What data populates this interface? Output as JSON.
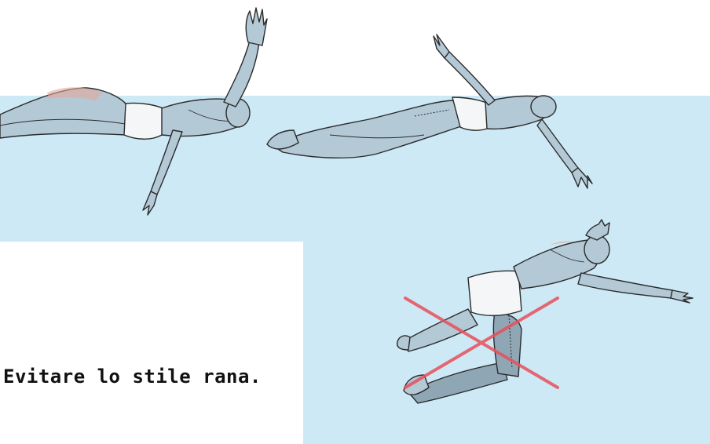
{
  "caption": "Evitare lo stile rana.",
  "colors": {
    "water": "#cce9f5",
    "skin": "#b3c9d6",
    "skin_shadow": "#8fa7b5",
    "skin_light": "#dde8ee",
    "swimsuit": "#f4f6f7",
    "outline": "#2b2b2b",
    "warning_cross": "#e8505b",
    "highlight": "#e3a89a"
  },
  "icons": [
    "swimmer-figure",
    "cross-mark"
  ]
}
